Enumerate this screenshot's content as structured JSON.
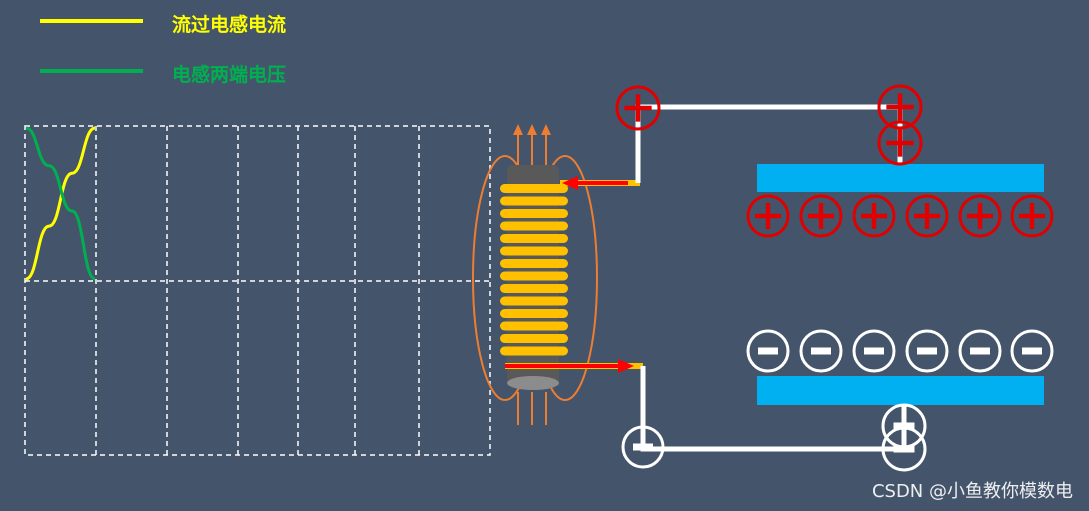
{
  "legend": {
    "current_label": "流过电感电流",
    "voltage_label": "电感两端电压",
    "current_color": "#ffff00",
    "voltage_color": "#00b050"
  },
  "chart_data": {
    "type": "line",
    "title": "",
    "xlabel": "",
    "ylabel": "",
    "series": [
      {
        "name": "流过电感电流",
        "color": "#ffff00",
        "values": [
          0.0,
          0.35,
          0.7,
          1.0
        ]
      },
      {
        "name": "电感两端电压",
        "color": "#00b050",
        "values": [
          1.0,
          0.75,
          0.45,
          0.0
        ]
      }
    ],
    "grid": true,
    "legend_position": "top-left"
  },
  "capacitor": {
    "plate_color": "#00b0f0",
    "top_charge_sign": "+",
    "bottom_charge_sign": "−",
    "top_charges_count": 6,
    "bottom_charges_count": 6
  },
  "colors": {
    "background": "#44546a",
    "wire": "#ffffff",
    "positive": "#e00000",
    "coil": "#ffc000",
    "core": "#595959",
    "field": "#ed7d31",
    "arrow": "#ff0000"
  },
  "watermark": "CSDN @小鱼教你模数电"
}
